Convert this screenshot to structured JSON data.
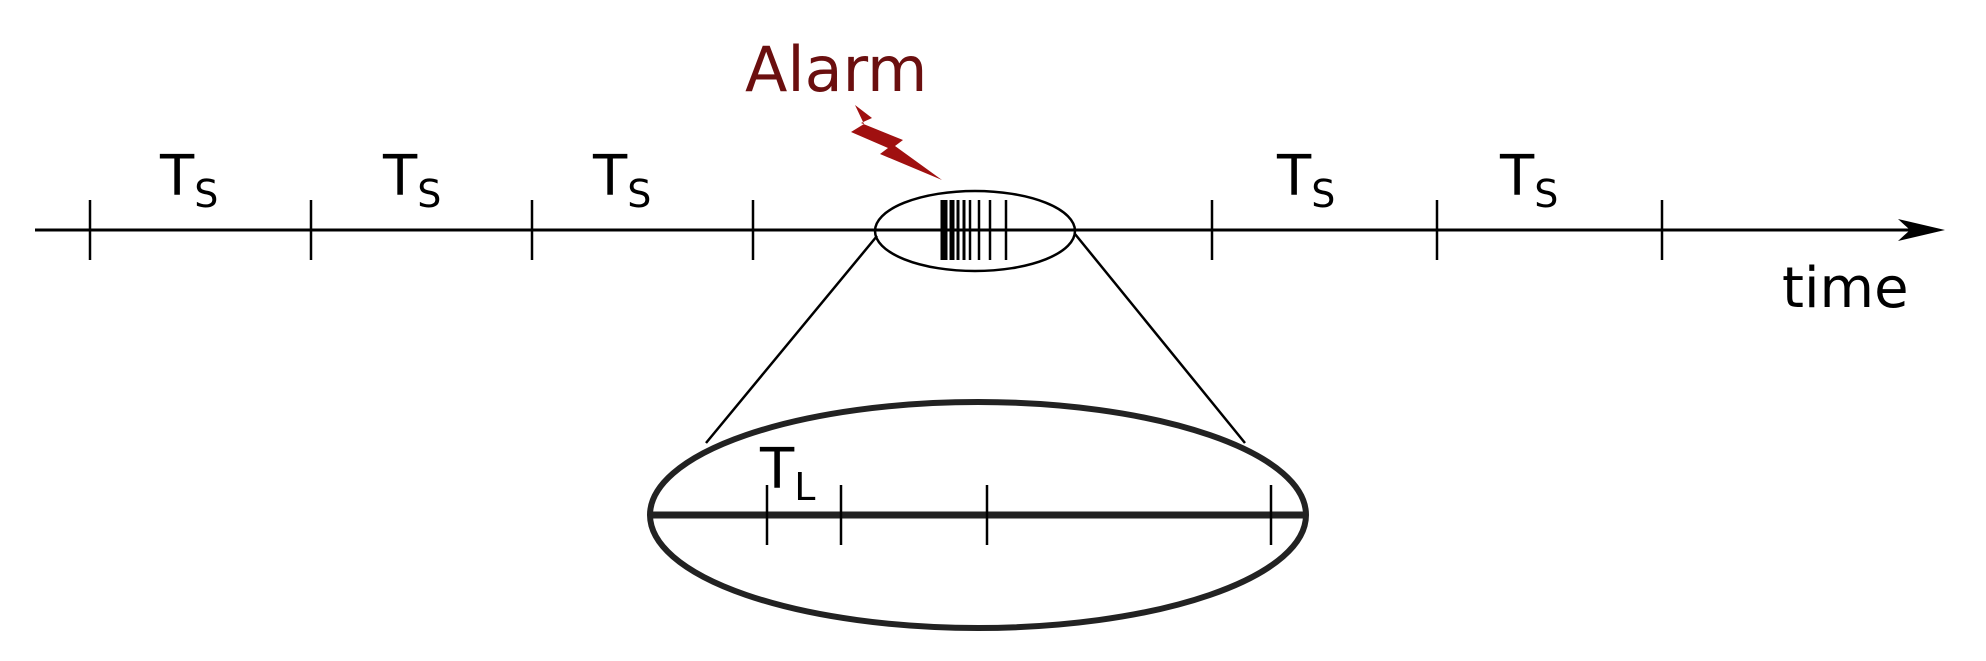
{
  "timeline": {
    "axis_label": "time",
    "period_symbol": "T",
    "period_subscript": "S",
    "intervals_before_alarm": 3,
    "intervals_after_alarm": 2
  },
  "alarm": {
    "label": "Alarm"
  },
  "zoom": {
    "period_symbol": "T",
    "period_subscript": "L"
  },
  "colors": {
    "ink": "#000000",
    "alarm": "#6b0f0f",
    "alarm_bolt": "#a01010",
    "lens": "#222222",
    "background": "#ffffff"
  }
}
